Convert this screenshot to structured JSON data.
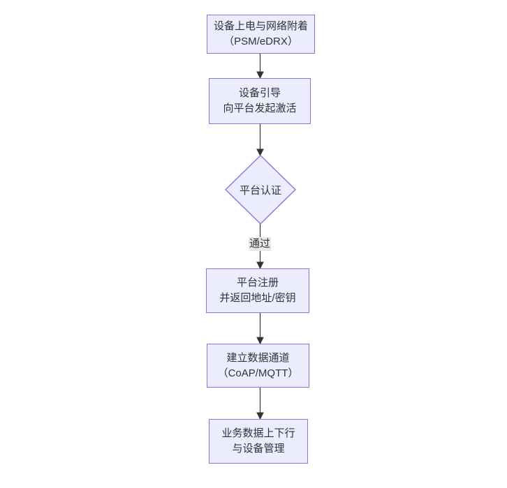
{
  "diagram": {
    "type": "flowchart",
    "direction": "top-down",
    "colors": {
      "node_fill": "#ECECFF",
      "node_border": "#9370DB",
      "arrow": "#333333",
      "text": "#333333",
      "edge_label_bg": "#e8e8e8",
      "background": "#ffffff"
    },
    "nodes": [
      {
        "id": "A",
        "shape": "rect",
        "line1": "设备上电与网络附着",
        "line2": "（PSM/eDRX）"
      },
      {
        "id": "B",
        "shape": "rect",
        "line1": "设备引导",
        "line2": "向平台发起激活"
      },
      {
        "id": "C",
        "shape": "diamond",
        "line1": "平台认证",
        "line2": ""
      },
      {
        "id": "D",
        "shape": "rect",
        "line1": "平台注册",
        "line2": "并返回地址/密钥"
      },
      {
        "id": "E",
        "shape": "rect",
        "line1": "建立数据通道",
        "line2": "（CoAP/MQTT）"
      },
      {
        "id": "F",
        "shape": "rect",
        "line1": "业务数据上下行",
        "line2": "与设备管理"
      }
    ],
    "edges": [
      {
        "from": "A",
        "to": "B",
        "label": ""
      },
      {
        "from": "B",
        "to": "C",
        "label": ""
      },
      {
        "from": "C",
        "to": "D",
        "label": "通过"
      },
      {
        "from": "D",
        "to": "E",
        "label": ""
      },
      {
        "from": "E",
        "to": "F",
        "label": ""
      }
    ]
  }
}
